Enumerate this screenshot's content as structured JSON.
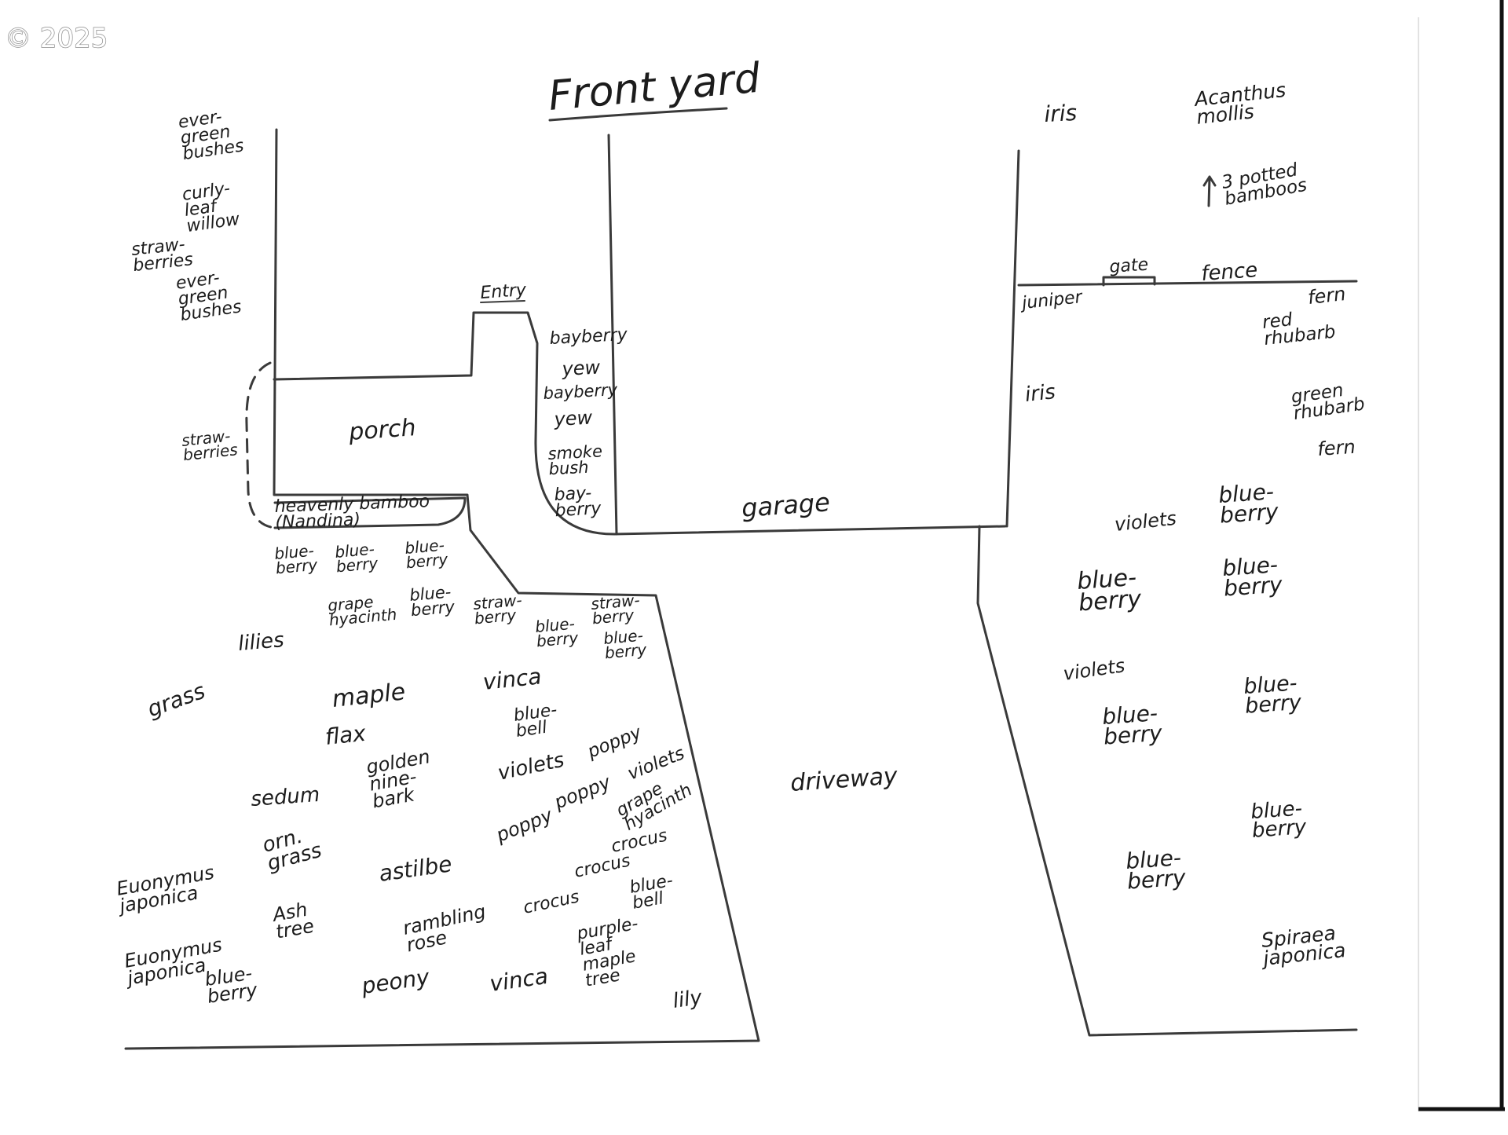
{
  "watermark": "© 2025",
  "title": "Front yard",
  "structures": {
    "porch": "porch",
    "entry": "Entry",
    "garage": "garage",
    "driveway": "driveway",
    "gate": "gate",
    "fence": "fence"
  },
  "plants": {
    "west": [
      [
        "ever-",
        "green",
        "bushes"
      ],
      [
        "curly-",
        "leaf",
        "willow"
      ],
      [
        "straw-",
        "berries"
      ],
      [
        "ever-",
        "green",
        "bushes"
      ],
      [
        "straw-",
        "berries"
      ]
    ],
    "entry_column": [
      [
        "bayberry"
      ],
      [
        "yew"
      ],
      [
        "bayberry"
      ],
      [
        "yew"
      ],
      [
        "smoke",
        "bush"
      ],
      [
        "bay-",
        "berry"
      ]
    ],
    "porch_bed": [
      [
        "heavenly bamboo",
        "(Nandina)"
      ],
      [
        "blue-",
        "berry"
      ],
      [
        "blue-",
        "berry"
      ],
      [
        "blue-",
        "berry"
      ]
    ],
    "front_bed": [
      [
        "grape",
        "hyacinth"
      ],
      [
        "blue-",
        "berry"
      ],
      [
        "straw-",
        "berry"
      ],
      [
        "blue-",
        "berry"
      ],
      [
        "straw-",
        "berry"
      ],
      [
        "blue-",
        "berry"
      ],
      [
        "lilies"
      ],
      [
        "grass"
      ],
      [
        "maple"
      ],
      [
        "vinca"
      ],
      [
        "flax"
      ],
      [
        "blue-",
        "bell"
      ],
      [
        "sedum"
      ],
      [
        "golden",
        "nine-",
        "bark"
      ],
      [
        "violets"
      ],
      [
        "poppy"
      ],
      [
        "poppy"
      ],
      [
        "poppy"
      ],
      [
        "violets"
      ],
      [
        "grape",
        "hyacinth"
      ],
      [
        "crocus"
      ],
      [
        "crocus"
      ],
      [
        "crocus"
      ],
      [
        "Euonymus",
        "japonica"
      ],
      [
        "orn.",
        "grass"
      ],
      [
        "astilbe"
      ],
      [
        "Ash",
        "tree"
      ],
      [
        "rambling",
        "rose"
      ],
      [
        "blue-",
        "bell"
      ],
      [
        "Euonymus",
        "japonica"
      ],
      [
        "blue-",
        "berry"
      ],
      [
        "peony"
      ],
      [
        "vinca"
      ],
      [
        "purple-",
        "leaf",
        "maple",
        "tree"
      ],
      [
        "lily"
      ]
    ],
    "northeast": [
      [
        "iris"
      ],
      [
        "Acanthus",
        "mollis"
      ],
      [
        "3 potted",
        "bamboos"
      ]
    ],
    "east_bed": [
      [
        "juniper"
      ],
      [
        "fern"
      ],
      [
        "red",
        "rhubarb"
      ],
      [
        "iris"
      ],
      [
        "green",
        "rhubarb"
      ],
      [
        "fern"
      ],
      [
        "violets"
      ],
      [
        "blue-",
        "berry"
      ],
      [
        "blue-",
        "berry"
      ],
      [
        "blue-",
        "berry"
      ],
      [
        "violets"
      ],
      [
        "blue-",
        "berry"
      ],
      [
        "blue-",
        "berry"
      ],
      [
        "blue-",
        "berry"
      ],
      [
        "blue-",
        "berry"
      ],
      [
        "Spiraea",
        "japonica"
      ]
    ]
  }
}
